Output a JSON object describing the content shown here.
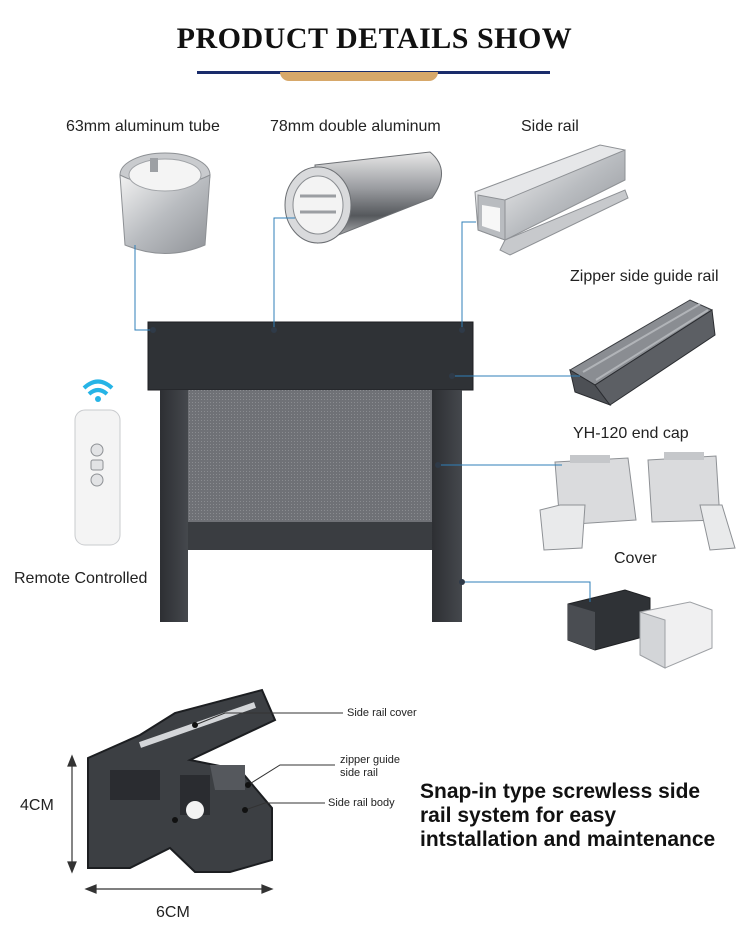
{
  "header": {
    "title": "PRODUCT DETAILS SHOW"
  },
  "parts": {
    "tube63": "63mm aluminum tube",
    "tube78": "78mm double aluminum",
    "side_rail": "Side rail",
    "zipper_rail": "Zipper side guide rail",
    "end_cap": "YH-120 end cap",
    "cover": "Cover",
    "remote": "Remote Controlled"
  },
  "section": {
    "side_rail_cover": "Side rail cover",
    "zipper_guide_1": "zipper guide",
    "zipper_guide_2": "side rail",
    "side_rail_body": "Side rail body",
    "height": "4CM",
    "width": "6CM",
    "feature_1": "Snap-in type screwless side",
    "feature_2": "rail system for easy",
    "feature_3": "intstallation and maintenance"
  },
  "colors": {
    "accent_line": "#1a2c6b",
    "accent_gold": "#d7a86a",
    "leader": "#2f7fb8"
  }
}
